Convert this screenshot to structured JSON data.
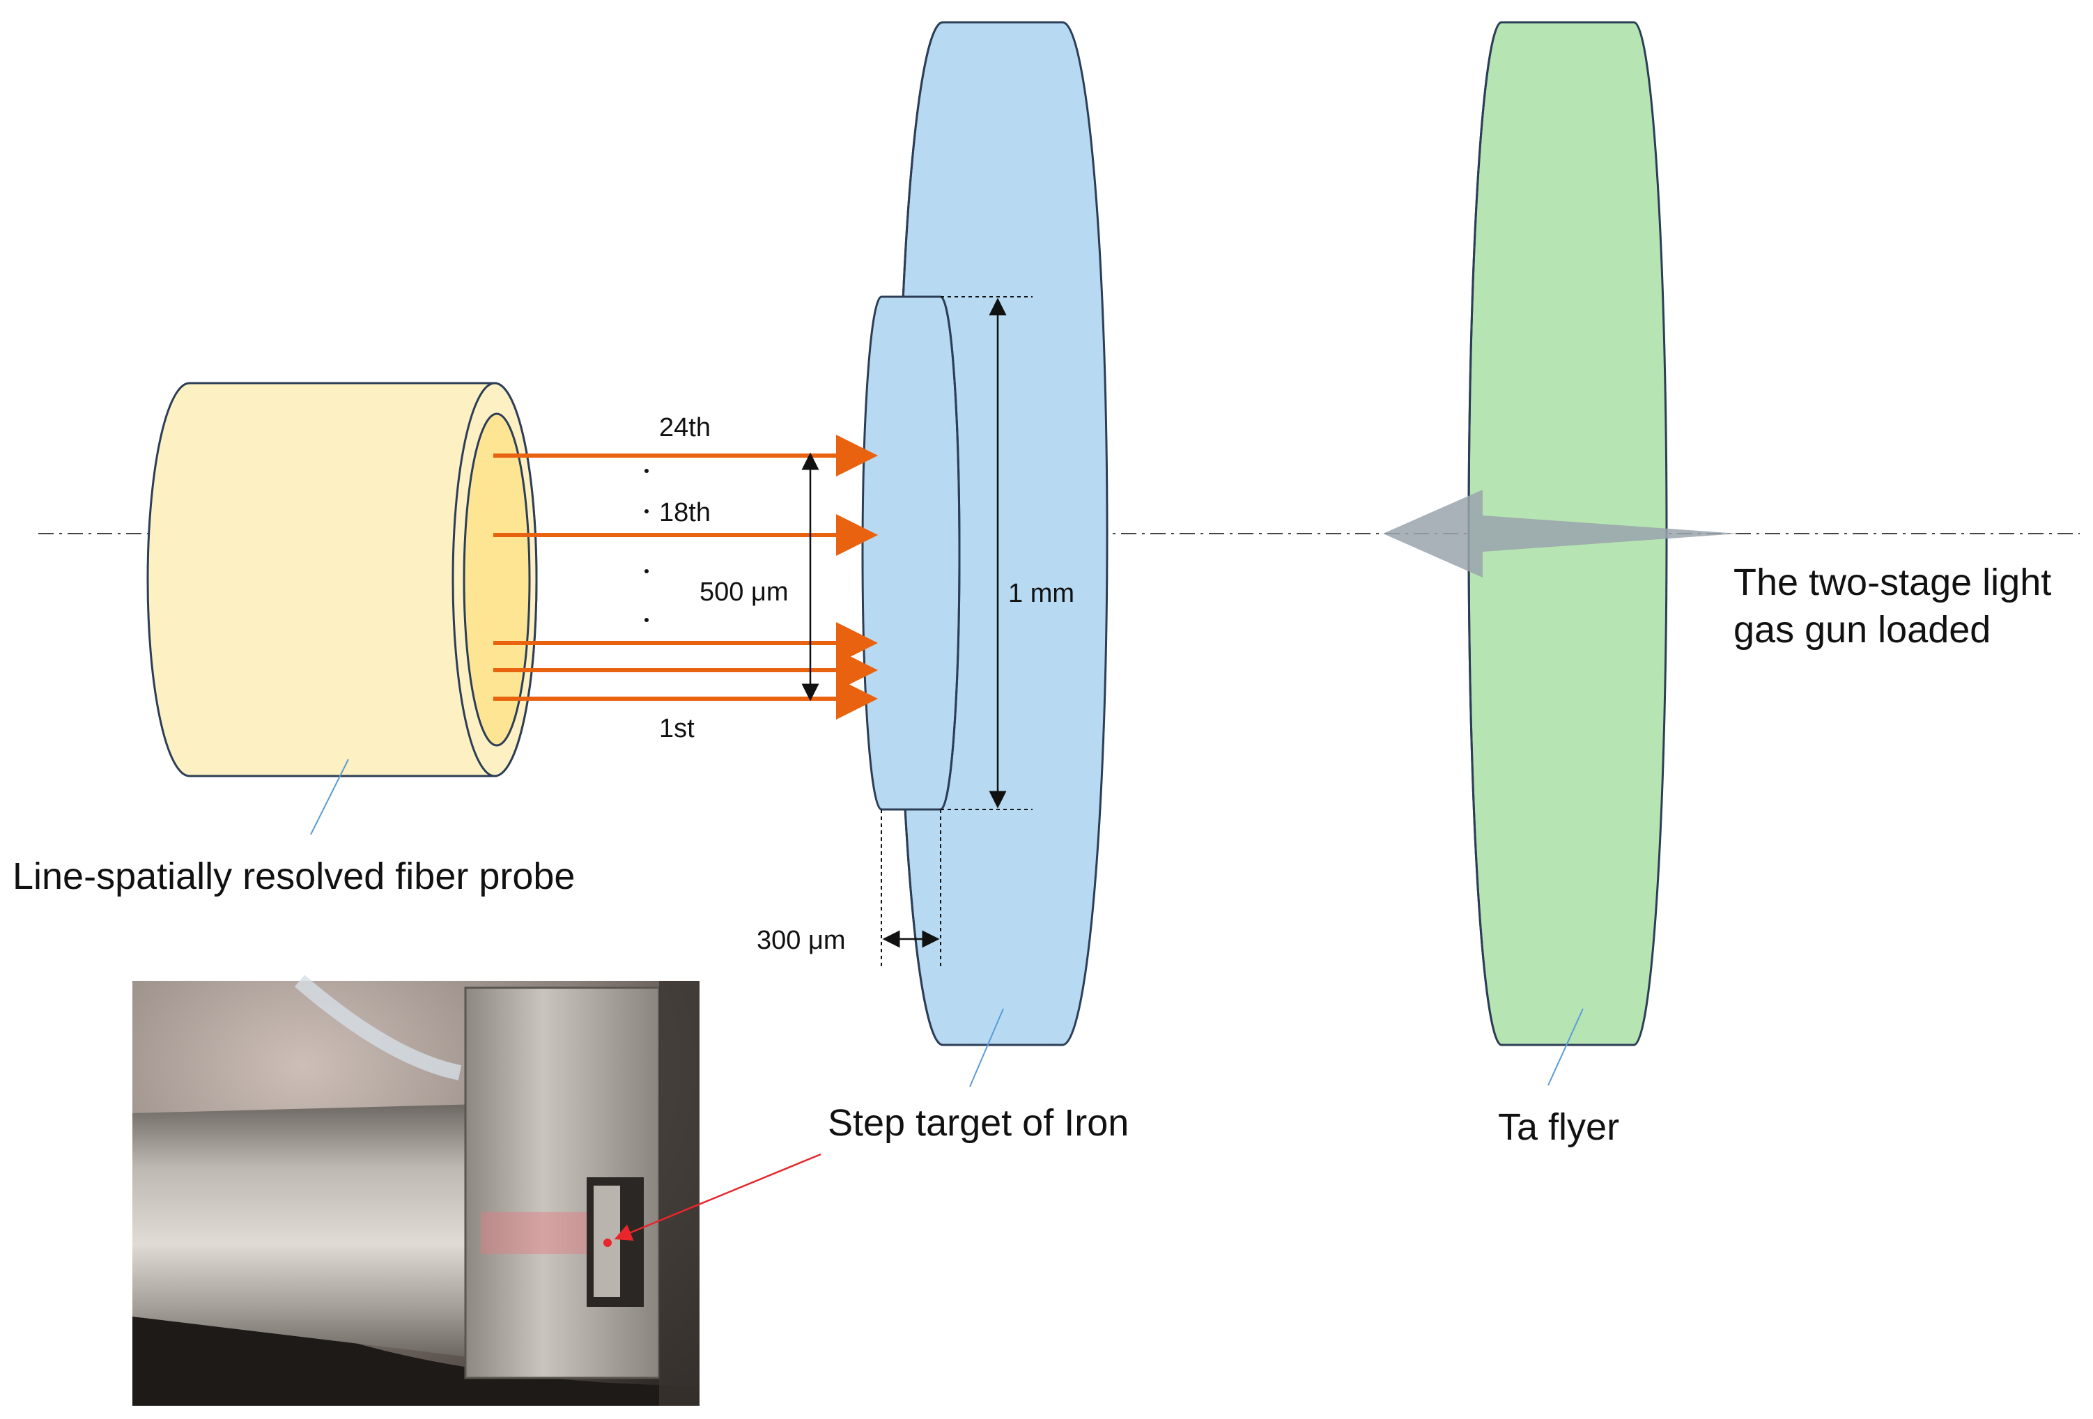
{
  "labels": {
    "fiber_probe": "Line-spatially resolved fiber probe",
    "step_target": "Step target of Iron",
    "flyer": "Ta flyer",
    "gun_line1": "The two-stage light",
    "gun_line2": "gas gun loaded",
    "ch_24": "24th",
    "ch_18": "18th",
    "ch_1": "1st",
    "dim_500": "500 μm",
    "dim_1mm": "1 mm",
    "dim_300": "300 μm"
  },
  "colors": {
    "fiber_fill": "#fdf0c3",
    "fiber_core": "#fde594",
    "target_fill": "#b7d9f1",
    "flyer_fill": "#b7e4b3",
    "beam": "#e8620f",
    "outline": "#2c3e57",
    "impact_arrow": "#9aa3ad",
    "photo_marker": "#e8262b"
  },
  "photo": {
    "description_icon": "photo-of-experimental-setup"
  }
}
